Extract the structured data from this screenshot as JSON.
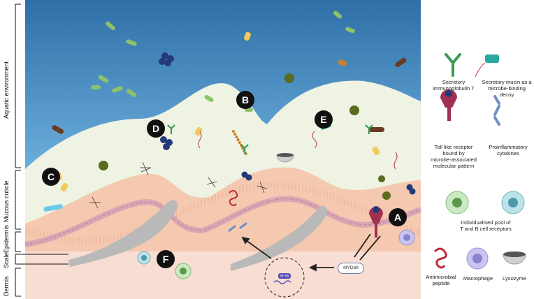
{
  "axis_labels": {
    "aquatic_environment": "Aquatic environment",
    "mucous_cuticle": "Mucous cuticle",
    "epidermis": "Epidermis",
    "scale": "Scale",
    "dermis": "Dermis"
  },
  "markers": [
    "A",
    "B",
    "C",
    "D",
    "E",
    "F"
  ],
  "pathway": {
    "adaptor": "MYD88",
    "transcription_factor": "NF-κB"
  },
  "legend": {
    "immunoglobulin": "Secretory\nimmunoglobulin T",
    "mucin": "Secretory mucin as a\nmicrobe-binding\ndecoy",
    "tlr": "Toll like receptor\nbound by\nmicrobe-associated\nmolecular pattern",
    "cytokines": "Proinflammatory\ncytokines",
    "receptors": "Individualised pool of\nT and B cell receptors",
    "antimicrobial": "Antimicrobial\npeptide",
    "macrophage": "Macrophage",
    "lysozyme": "Lysozyme"
  },
  "colors": {
    "water_top": "#2f6fa8",
    "water_bottom": "#a8d6ef",
    "mucus": "#eef3e3",
    "epidermis": "#f5c9b0",
    "basal_layer": "#d9a6b4",
    "dermis": "#f8ddd2",
    "scale": "#b9b9b9",
    "igt": "#3a9a55",
    "tlr": "#a03050",
    "cytokine": "#6f8fc4",
    "antimicrobial": "#c0283a",
    "macrophage": "#9a94d8",
    "bacteria_green": "#8dc26a",
    "bacteria_brown": "#6b3a22",
    "virus_blue": "#233a7a"
  }
}
